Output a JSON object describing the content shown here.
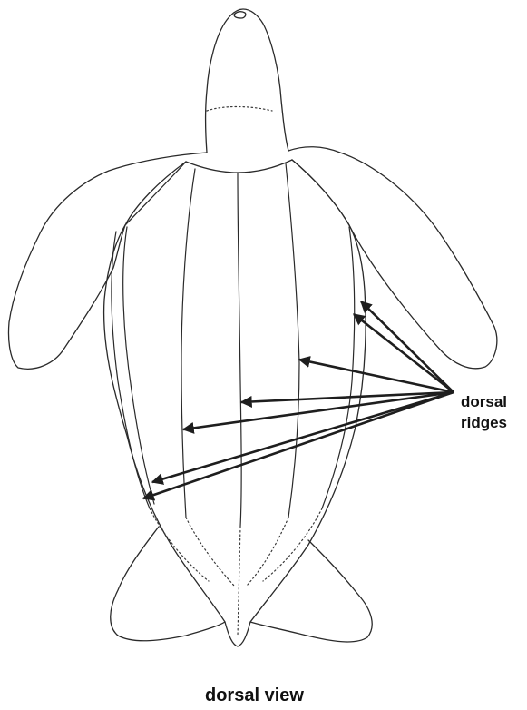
{
  "figure": {
    "ridge_label_line1": "dorsal",
    "ridge_label_line2": "ridges",
    "caption": "dorsal view"
  },
  "arrows": [
    {
      "name": "arrow-to-lateral-ridge-upper"
    },
    {
      "name": "arrow-to-lateral-ridge-lower"
    },
    {
      "name": "arrow-to-right-inner-ridge"
    },
    {
      "name": "arrow-to-central-ridge"
    },
    {
      "name": "arrow-to-left-inner-ridge"
    },
    {
      "name": "arrow-to-left-outer-ridge"
    },
    {
      "name": "arrow-to-left-lateral-ridge"
    }
  ]
}
